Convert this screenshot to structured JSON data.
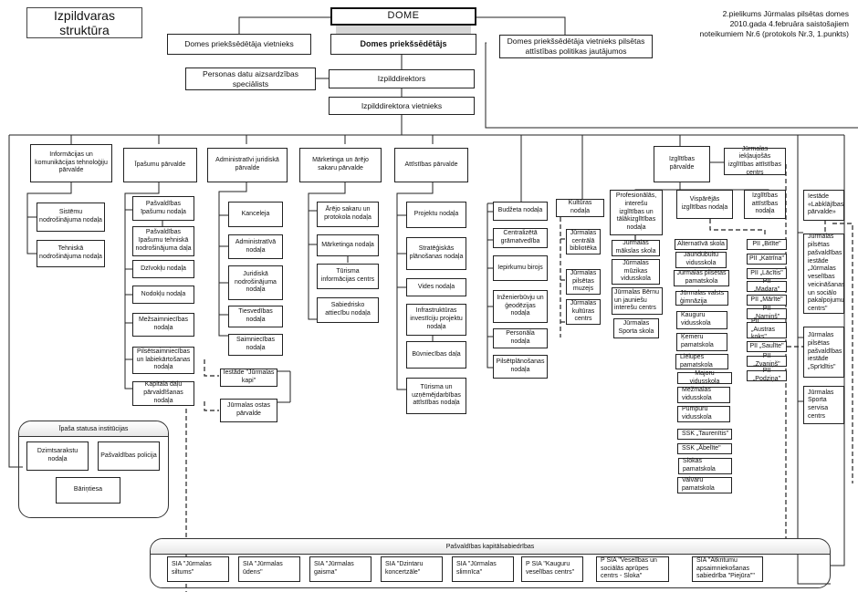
{
  "header": {
    "title": "Izpildvaras struktūra",
    "note_lines": [
      "2.pielikums Jūrmalas pilsētas domes",
      "2010.gada 4.februāra saistošajiem",
      "noteikumiem Nr.6  (protokols Nr.3, 1.punkts)"
    ]
  },
  "top": {
    "dome": "DOME",
    "chair": "Domes priekšsēdētājs",
    "deputy": "Domes priekšsēdētāja vietnieks",
    "deputy_dev": "Domes priekšsēdētāja vietnieks pilsētas attīstības politikas jautājumos",
    "data_protection": "Personas datu aizsardzības speciālists",
    "exec_director": "Izpilddirektors",
    "exec_deputy": "Izpilddirektora vietnieks"
  },
  "departments": {
    "it": {
      "name": "Informācijas un komunikācijas tehnoloģiju pārvalde",
      "units": [
        "Sistēmu nodrošinājuma nodaļa",
        "Tehniskā nodrošinājuma nodaļa"
      ]
    },
    "property": {
      "name": "Īpašumu pārvalde",
      "units": [
        "Pašvaldības īpašumu nodaļa",
        "Pašvaldības īpašumu tehniskā nodrošinājuma daļa",
        "Dzīvokļu nodaļa",
        "Nodokļu nodaļa",
        "Mežsaimniecības nodaļa",
        "Pilsētsaimniecības un labiekārtošanas nodaļa",
        "Kapitāla daļu pārvaldīšanas nodaļa"
      ]
    },
    "admin": {
      "name": "Administratīvi juridiskā pārvalde",
      "units": [
        "Kanceleja",
        "Administratīvā nodaļa",
        "Juridiskā nodrošinājuma nodaļa",
        "Tiesvedības nodaļa",
        "Saimniecības nodaļa"
      ],
      "institutions": [
        "Iestāde \"Jūrmalas kapi\"",
        "Jūrmalas ostas pārvalde"
      ]
    },
    "marketing": {
      "name": "Mārketinga un ārējo sakaru pārvalde",
      "units": [
        "Ārējo sakaru un protokola nodaļa",
        "Mārketinga nodaļa",
        "Tūrisma informācijas centrs",
        "Sabiedrisko attiecību nodaļa"
      ]
    },
    "development": {
      "name": "Attīstības pārvalde",
      "units": [
        "Projektu  nodaļa",
        "Stratēģiskās plānošanas nodaļa",
        "Vides nodaļa",
        "Infrastruktūras investīciju projektu nodaļa",
        "Būvniecības daļa",
        "Tūrisma un uzņēmējdarbības attīstības  nodaļa"
      ]
    },
    "direct": {
      "units": [
        "Budžeta nodaļa",
        "Centralizētā grāmatvedība",
        "Iepirkumu birojs",
        "Inženierbūvju un ģeodēzijas nodaļa",
        "Personāla nodaļa",
        "Pilsētplānošanas nodaļa"
      ]
    },
    "culture": {
      "name": "Kultūras nodaļa",
      "units": [
        "Jūrmalas centrālā bibliotēka",
        "Jūrmalas pilsētas muzejs",
        "Jūrmalas kultūras centrs"
      ]
    },
    "education": {
      "name": "Izglītības pārvalde",
      "inclusive_center": "Jūrmalas iekļaujošās izglītības attīstības centrs",
      "prof": {
        "name": "Profesionālās, interešu izglītības un tālākizglītības nodaļa",
        "units": [
          "Jūrmalas mākslas skola",
          "Jūrmalas mūzikas vidusskola",
          "Jūrmalas Bērnu un jauniešu interešu centrs",
          "Jūrmalas Sporta skola"
        ]
      },
      "general": {
        "name": "Vispārējās izglītības nodaļa",
        "schools": [
          "Alternatīvā skola",
          "Jaundubultu vidusskola",
          "Jūrmalas pilsētas pamatskola",
          "Jūrmalas valsts ģimnāzija",
          "Kauguru vidusskola",
          "Ķemeru pamatskola",
          "Lielupes pamatskola",
          "Majoru vidusskola",
          "Mežmalas vidusskola",
          "Pumpuru vidusskola",
          "SSK „Taurenītis\"",
          "SSK „Ābelīte\"",
          "Slokas pamatskola",
          "Vaivaru pamatskola"
        ],
        "preschools": [
          "PII „Bitīte\"",
          "PII „Katrīna\"",
          "PII „Lācītis\"",
          "PII „Madara\"",
          "PII „Mārīte\"",
          "PII „Namiņš\"",
          "PII „Austras koks\"",
          "PII „Saulīte\"",
          "PII „Zvaniņš\"",
          "PII „Podziņa\""
        ]
      },
      "dev": {
        "name": "Izglītības attīstības nodaļa"
      }
    },
    "welfare": {
      "name": "Iestāde «Labklājības pārvalde»",
      "units": [
        "Jūrmalas pilsētas pašvaldības iestāde „Jūrmalas veselības veicināšanas un sociālo pakalpojumu centrs\"",
        "Jūrmalas pilsētas pašvaldības iestāde „Sprīdītis\"",
        "Jūrmalas Sporta servisa centrs"
      ]
    }
  },
  "special": {
    "title": "Īpaša statusa institūcijas",
    "items": [
      "Dzimtsarakstu nodaļa",
      "Pašvaldības policija",
      "Bāriņtiesa"
    ]
  },
  "companies": {
    "title": "Pašvaldības kapitālsabiedrības",
    "items": [
      "SIA \"Jūrmalas siltums\"",
      "SIA \"Jūrmalas ūdens\"",
      "SIA \"Jūrmalas gaisma\"",
      "SIA \"Dzintaru koncertzāle\"",
      "SIA \"Jūrmalas slimnīca\"",
      "P SIA \"Kauguru veselības centrs\"",
      "P SIA \"Veselības un sociālās aprūpes centrs - Sloka\"",
      "SIA \"Atkritumu apsaimniekošanas sabiedrība \"Piejūra\"\""
    ]
  }
}
